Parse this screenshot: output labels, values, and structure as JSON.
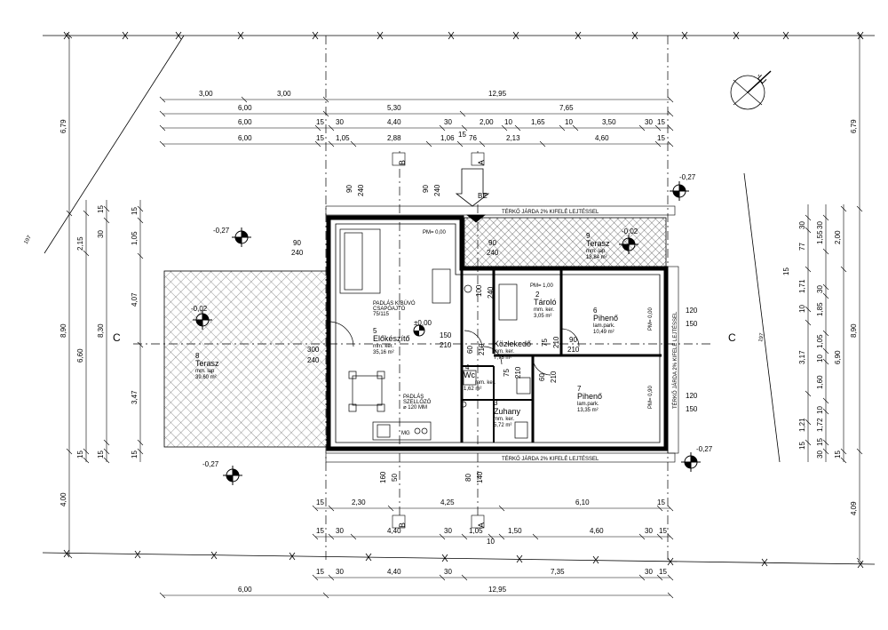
{
  "compass": {
    "label": "É"
  },
  "entrance": {
    "label": "BE"
  },
  "section_labels": {
    "a": "A",
    "b": "B",
    "c": "C"
  },
  "paving_top": "TÉRKŐ JÁRDA 2% KIFELÉ LEJTÉSSEL",
  "paving_bottom": "TÉRKŐ JÁRDA 2% KIFELÉ LEJTÉSSEL",
  "paving_right": "TÉRKŐ JÁRDA 2% KIFELÉ LEJTÉSSEL",
  "level_00": "±0,00",
  "level_neg27": "-0,27",
  "level_neg02": "-0,02",
  "boundary_197": "197",
  "rooms": {
    "r5": {
      "num": "5",
      "name": "Előkészítő",
      "floor": "mm. ker.",
      "area": "35,16 m²"
    },
    "r2": {
      "num": "2",
      "name": "Tároló",
      "floor": "mm. ker.",
      "area": "3,05 m²"
    },
    "r6": {
      "num": "6",
      "name": "Pihenő",
      "floor": "lam.park.",
      "area": "10,49 m²"
    },
    "r1": {
      "num": "1",
      "name": "Közlekedő",
      "floor": "mm. ker.",
      "area": "7,78 m²"
    },
    "r4": {
      "num": "4",
      "name": "Wc",
      "floor": "mm. ker.",
      "area": "1,62 m²"
    },
    "r3": {
      "num": "3",
      "name": "Zuhany",
      "floor": "mm. ker.",
      "area": "5,72 m²"
    },
    "r7": {
      "num": "7",
      "name": "Pihenő",
      "floor": "lam.park.",
      "area": "13,35 m²"
    },
    "r8": {
      "num": "8",
      "name": "Terasz",
      "floor": "mm. lap",
      "area": "39,60 m²"
    },
    "r9": {
      "num": "9",
      "name": "Terasz",
      "floor": "mm. lap",
      "area": "18,84 m²"
    }
  },
  "notes": {
    "hatch1": "PADLÁS KIBÚVÓ",
    "hatch2": "CSAPÓAJTÓ",
    "hatch3": "75/115",
    "vent1": "PADLÁS",
    "vent2": "SZELLŐZŐ",
    "vent3": "⌀ 120 MM",
    "pm": "PM= 0,00",
    "pm1": "PM= 1,00",
    "pm90": "PM= 0,90",
    "mg": "MG"
  },
  "top_dims": {
    "row1": [
      "3,00",
      "3,00",
      "12,95"
    ],
    "row2": [
      "6,00",
      "5,30",
      "7,65"
    ],
    "row3": [
      "6,00",
      "15",
      "30",
      "4,40",
      "30",
      "2,00",
      "10",
      "1,65",
      "10",
      "3,50",
      "30",
      "15"
    ],
    "row4": [
      "6,00",
      "15",
      "1,05",
      "2,88",
      "1,06",
      "76",
      "2,13",
      "4,60",
      "15"
    ],
    "extra": "15"
  },
  "bottom_dims": {
    "row1": [
      "15",
      "2,30",
      "4,25",
      "6,10",
      "15"
    ],
    "row2": [
      "15",
      "30",
      "4,40",
      "30",
      "1,05",
      "1,50",
      "10",
      "4,60",
      "30",
      "15"
    ],
    "row3": [
      "15",
      "30",
      "4,40",
      "30",
      "7,35",
      "30",
      "15"
    ],
    "row4": [
      "6,00",
      "12,95"
    ],
    "extra": "10"
  },
  "left_dims": {
    "outer": [
      "6,79",
      "8,90",
      "4,00"
    ],
    "a": [
      "2,15",
      "6,60",
      "15"
    ],
    "b": [
      "30",
      "15",
      "8,30",
      "15"
    ],
    "c": [
      "1,05",
      "15",
      "4,07",
      "3,47",
      "15"
    ]
  },
  "right_dims": {
    "outer": [
      "6,79",
      "8,90",
      "4,09"
    ],
    "a": [
      "2,00",
      "6,90",
      "15"
    ],
    "b": [
      "1,55",
      "30",
      "1,85",
      "30",
      "1,05",
      "10",
      "1,60",
      "10",
      "1,72",
      "15",
      "30"
    ],
    "c": [
      "30",
      "77",
      "15",
      "1,71",
      "10",
      "3,17",
      "1,21",
      "15"
    ]
  },
  "opening_dims": {
    "w90a": "90",
    "w240a": "240",
    "w90b": "90",
    "w240b": "240",
    "w90c": "90",
    "w240c": "240",
    "w90d": "90",
    "w240d": "240",
    "d100": "100",
    "d240": "240",
    "d150": "150",
    "d210": "210",
    "d75": "75",
    "d210b": "210",
    "d90": "90",
    "d210c": "210",
    "d60": "60",
    "d210d": "210",
    "d75b": "75",
    "d210e": "210",
    "d60b": "60",
    "d210f": "210",
    "win120a": "120",
    "win150a": "150",
    "win120b": "120",
    "win150b": "150",
    "win300": "300",
    "win240": "240",
    "b160": "160",
    "b50": "50",
    "b80": "80",
    "b140": "140"
  }
}
